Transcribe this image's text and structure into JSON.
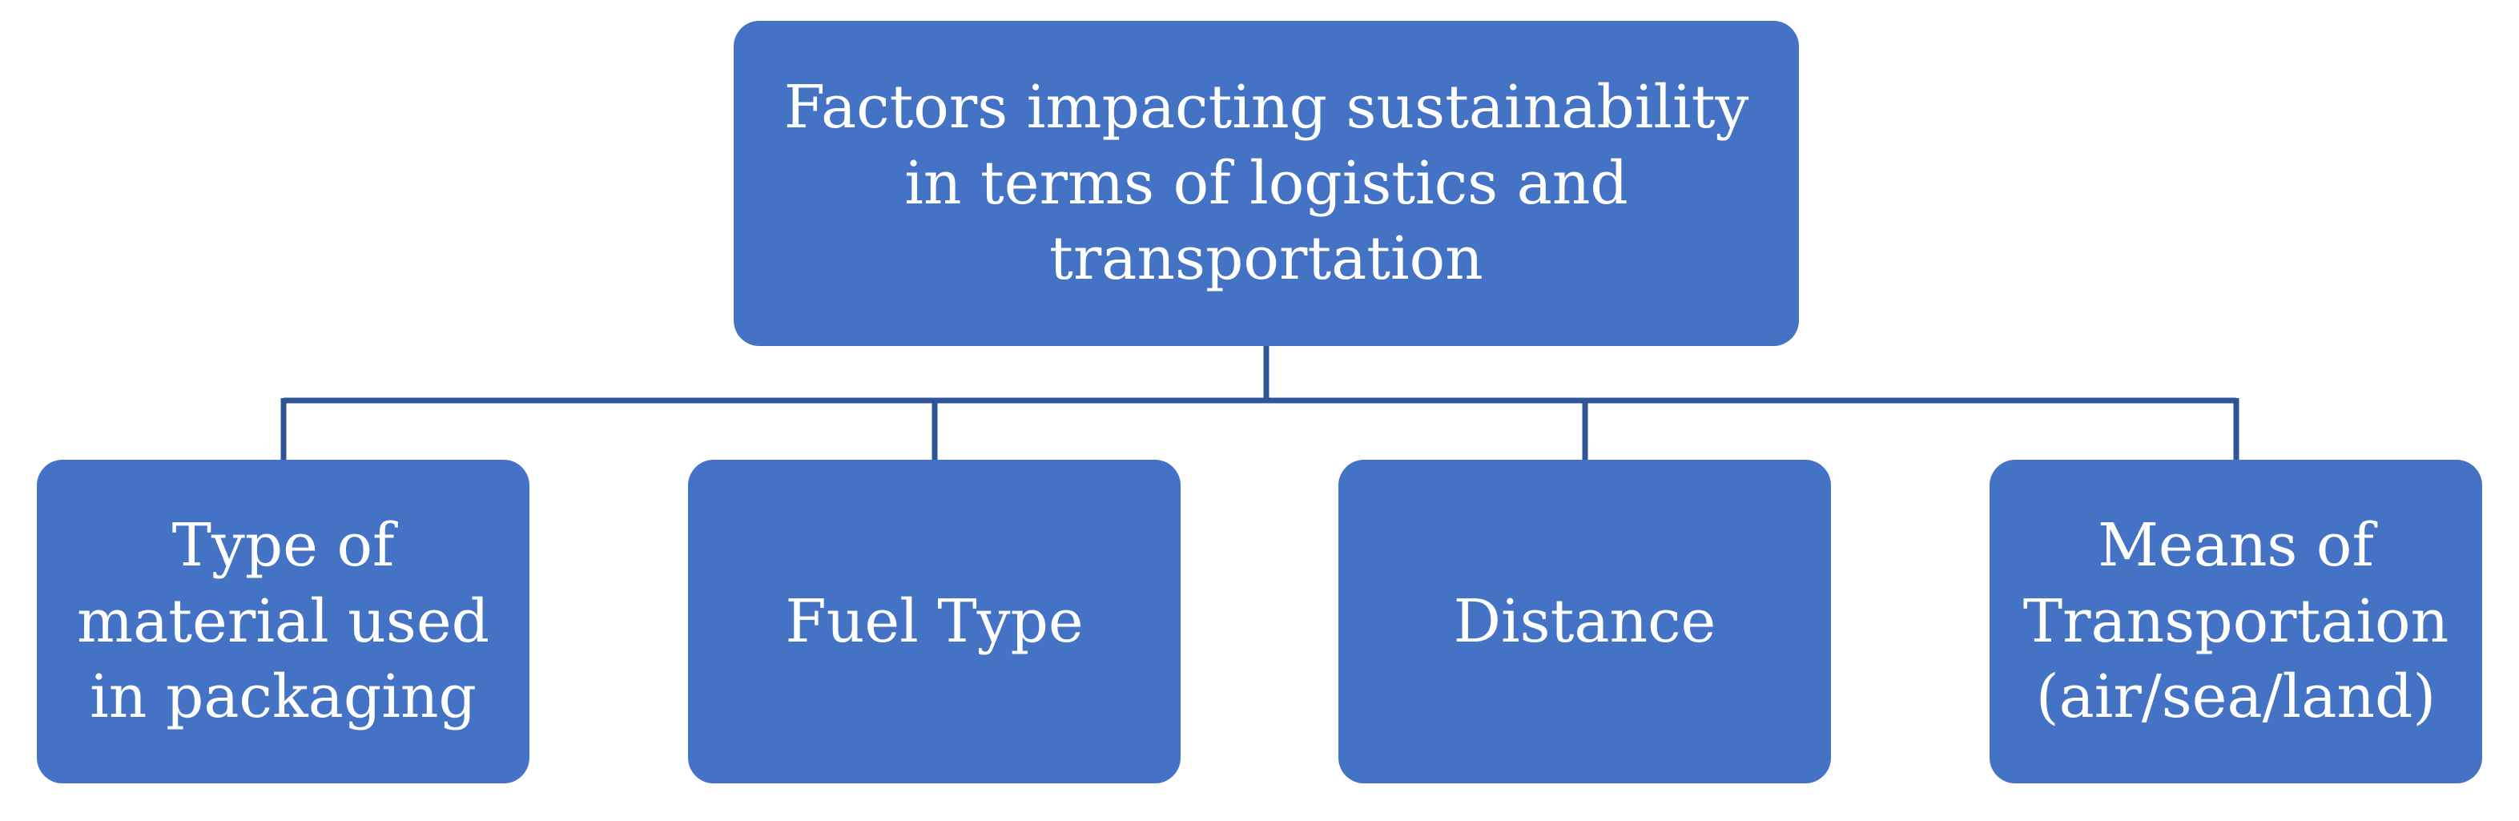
{
  "diagram": {
    "root": {
      "label": "Factors impacting sustainability\nin terms of logistics and\ntransportation"
    },
    "children": [
      {
        "label": "Type of\nmaterial used\nin packaging"
      },
      {
        "label": "Fuel Type"
      },
      {
        "label": "Distance"
      },
      {
        "label": "Means of\nTransportaion\n(air/sea/land)"
      }
    ],
    "colors": {
      "box_fill": "#4472c4",
      "box_text": "#ffffff",
      "connector": "#2f5597"
    }
  }
}
